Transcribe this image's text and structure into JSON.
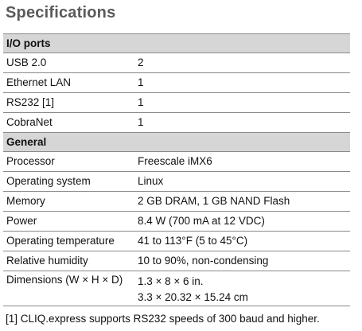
{
  "title": "Specifications",
  "sections": [
    {
      "heading": "I/O ports",
      "rows": [
        {
          "label": "USB 2.0",
          "value": "2"
        },
        {
          "label": "Ethernet LAN",
          "value": "1"
        },
        {
          "label": "RS232 [1]",
          "value": "1"
        },
        {
          "label": "CobraNet",
          "value": "1"
        }
      ]
    },
    {
      "heading": "General",
      "rows": [
        {
          "label": "Processor",
          "value": "Freescale iMX6"
        },
        {
          "label": "Operating system",
          "value": "Linux"
        },
        {
          "label": "Memory",
          "value": "2 GB DRAM, 1 GB NAND Flash"
        },
        {
          "label": "Power",
          "value": "8.4 W (700 mA at 12 VDC)"
        },
        {
          "label": "Operating temperature",
          "value": "41 to 113°F (5 to 45°C)"
        },
        {
          "label": "Relative humidity",
          "value": "10 to 90%, non-condensing"
        },
        {
          "label": "Dimensions (W × H × D)",
          "value_lines": [
            "1.3 × 8 × 6 in.",
            "3.3 × 20.32 × 15.24 cm"
          ]
        }
      ]
    }
  ],
  "footnote": "[1] CLIQ.express supports RS232 speeds of 300 baud and higher."
}
